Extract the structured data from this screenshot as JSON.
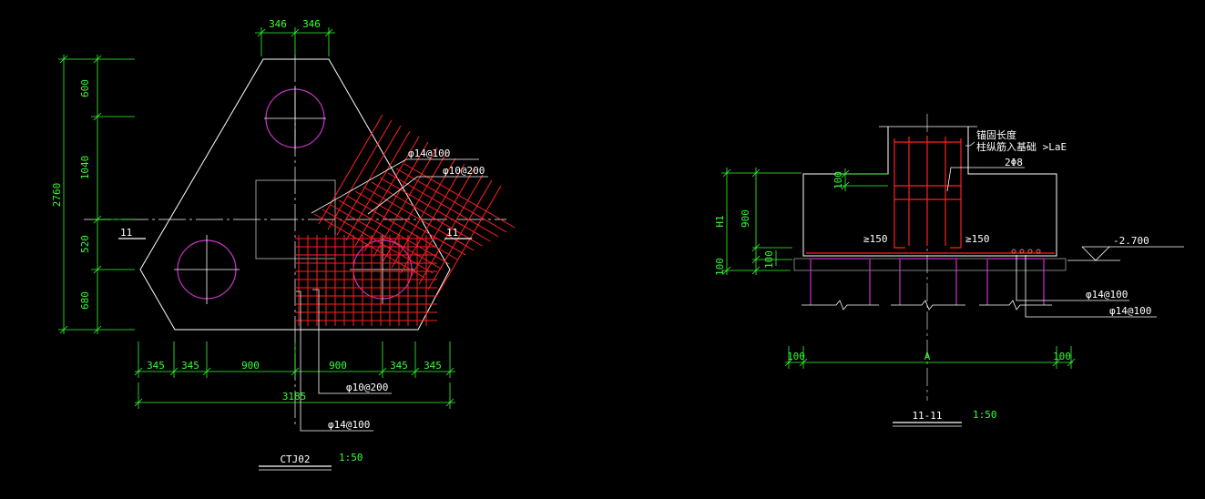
{
  "colors": {
    "background": "#000000",
    "outline": "#ffffff",
    "dimension": "#33ff33",
    "rebar": "#ff2020",
    "pile": "#cc33cc"
  },
  "plan": {
    "top_dims": [
      "346",
      "346"
    ],
    "left_dims": [
      "600",
      "1040",
      "520",
      "680"
    ],
    "left_total": "2760",
    "bottom_dims": [
      "345",
      "345",
      "900",
      "900",
      "345",
      "345"
    ],
    "bottom_total": "3185",
    "section_mark_left": "11",
    "section_mark_right": "11",
    "rebar_labels": [
      "φ14@100",
      "φ10@200",
      "φ10@200",
      "φ14@100"
    ],
    "title": "CTJ02",
    "scale": "1:50"
  },
  "section": {
    "dims_left": [
      "H1",
      "900",
      "100",
      "100",
      "100"
    ],
    "note_line1": "锚固长度",
    "note_line2": "柱纵筋入基础 >LaE",
    "stirrup_label": "2Φ8",
    "anchor_left": "≥150",
    "anchor_right": "≥150",
    "elevation": "-2.700",
    "rebar_labels": [
      "φ14@100",
      "φ14@100"
    ],
    "bottom_dims": [
      "100",
      "A",
      "100"
    ],
    "title": "11-11",
    "scale": "1:50"
  }
}
